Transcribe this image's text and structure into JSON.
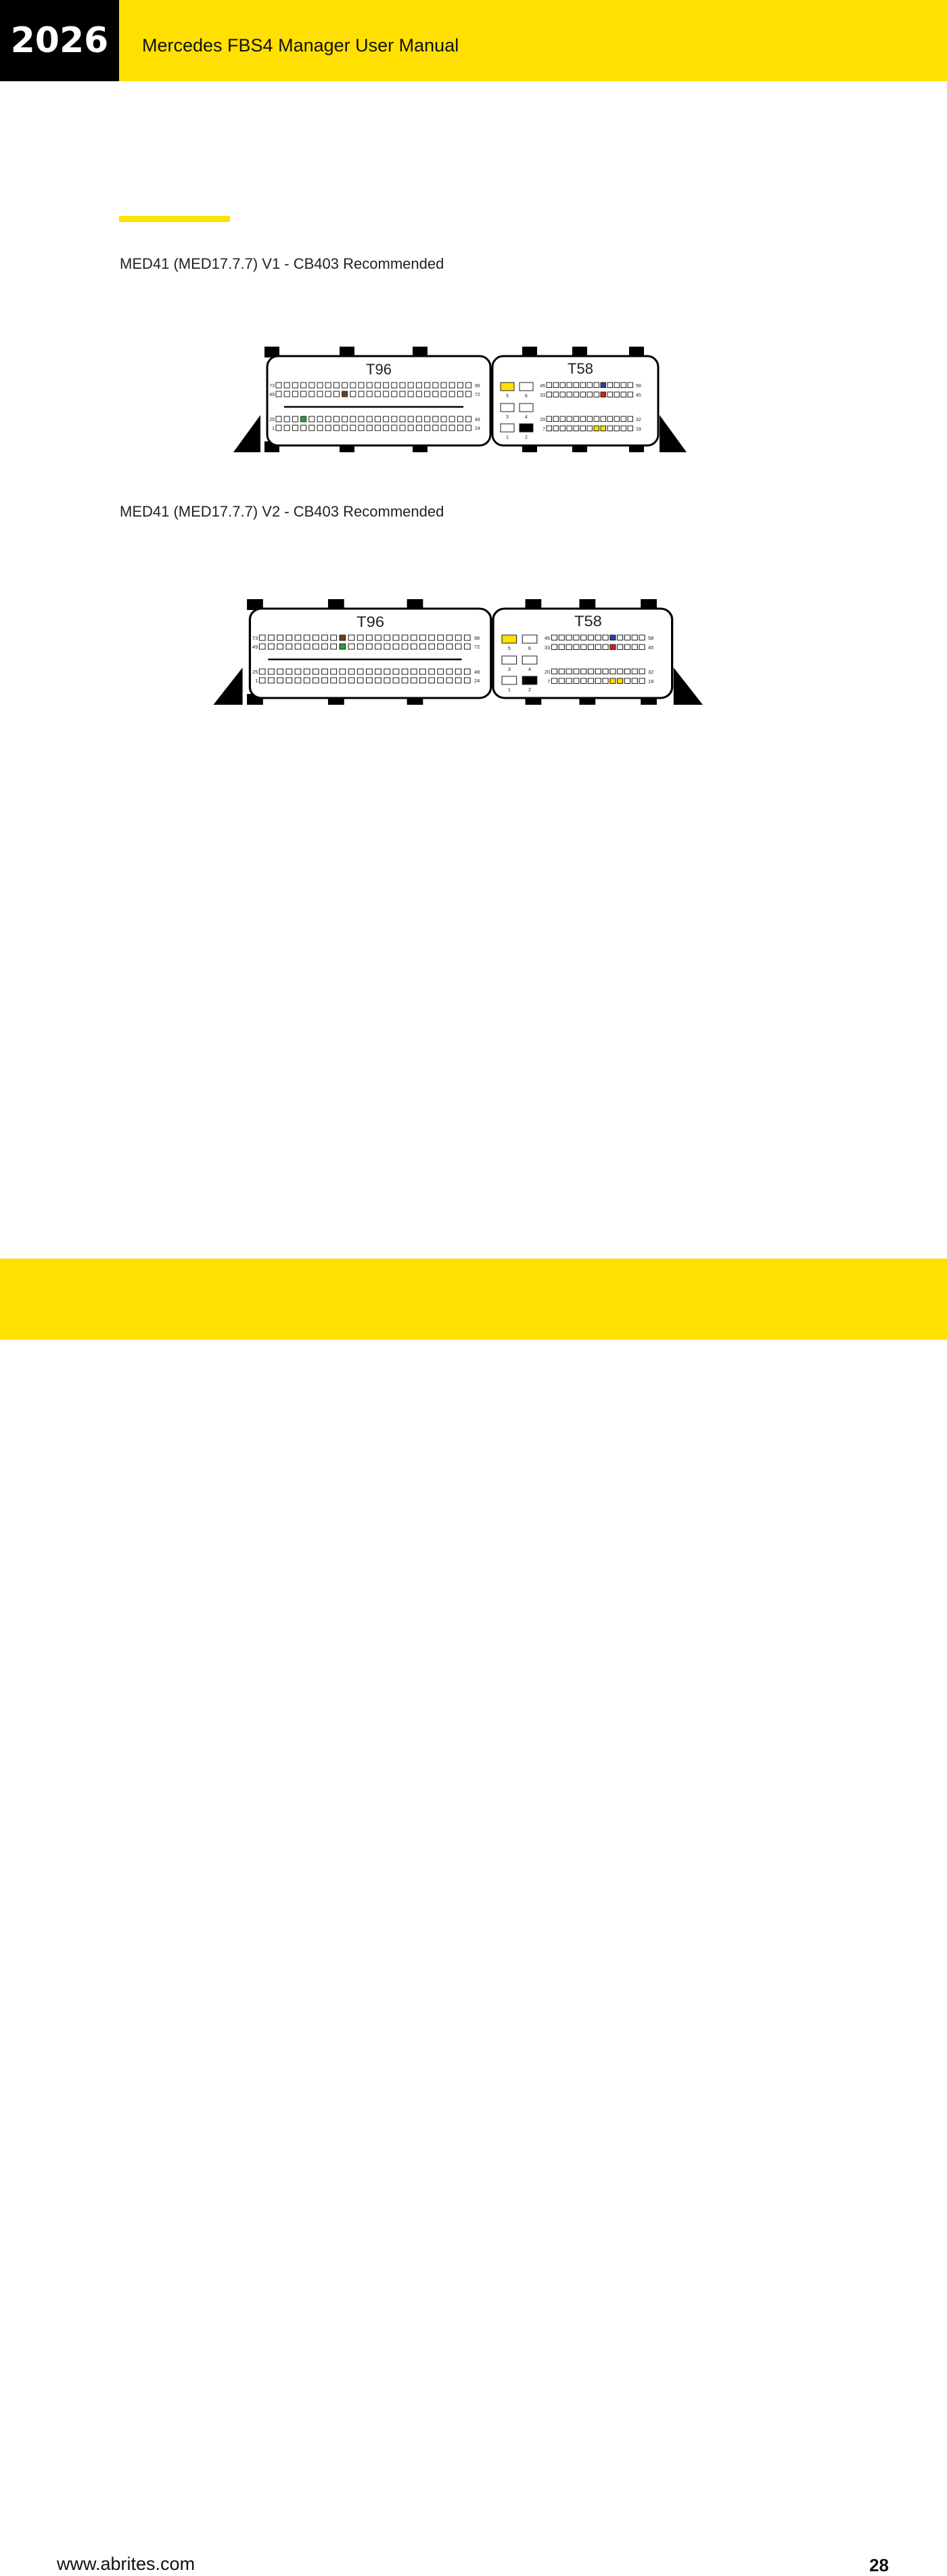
{
  "header": {
    "year": "2026",
    "title": "Mercedes FBS4 Manager User Manual"
  },
  "colors": {
    "accent": "#ffe000",
    "brown": "#6b3e1f",
    "green": "#2aa03a",
    "blue": "#2f3fa0",
    "red": "#d42020",
    "yellow": "#ffe000",
    "black": "#000000"
  },
  "sections": [
    {
      "caption": "MED41 (MED17.7.7) V1 - CB403 Recommended",
      "t96": {
        "label": "T96",
        "row_labels": {
          "r73": "73",
          "r49": "49",
          "r25": "25",
          "r1": "1",
          "e96": "96",
          "e72": "72",
          "e48": "48",
          "e24": "24"
        },
        "highlights": [
          {
            "pin": 57,
            "color": "brown"
          },
          {
            "pin": 28,
            "color": "green"
          }
        ]
      },
      "t58": {
        "label": "T58",
        "big_pins": [
          "5",
          "6",
          "3",
          "4",
          "1",
          "2"
        ],
        "big_highlights": [
          {
            "pin": "5",
            "color": "yellow"
          },
          {
            "pin": "2",
            "color": "black"
          }
        ],
        "row_labels": {
          "r46": "46",
          "r33": "33",
          "r20": "20",
          "r7": "7",
          "e58": "58",
          "e45": "45",
          "e32": "32",
          "e19": "19"
        },
        "highlights": [
          {
            "pin": 54,
            "color": "blue"
          },
          {
            "pin": 41,
            "color": "red"
          },
          {
            "pin": 14,
            "color": "yellow"
          },
          {
            "pin": 15,
            "color": "yellow"
          }
        ]
      }
    },
    {
      "caption": "MED41 (MED17.7.7) V2 - CB403 Recommended",
      "t96": {
        "label": "T96",
        "row_labels": {
          "r73": "73",
          "r49": "49",
          "r25": "25",
          "r1": "1",
          "e96": "96",
          "e72": "72",
          "e48": "48",
          "e24": "24"
        },
        "highlights": [
          {
            "pin": 82,
            "color": "brown"
          },
          {
            "pin": 58,
            "color": "green"
          }
        ]
      },
      "t58": {
        "label": "T58",
        "big_pins": [
          "5",
          "6",
          "3",
          "4",
          "1",
          "2"
        ],
        "big_highlights": [
          {
            "pin": "5",
            "color": "yellow"
          },
          {
            "pin": "2",
            "color": "black"
          }
        ],
        "row_labels": {
          "r46": "46",
          "r33": "33",
          "r20": "20",
          "r7": "7",
          "e58": "58",
          "e45": "45",
          "e32": "32",
          "e19": "19"
        },
        "highlights": [
          {
            "pin": 54,
            "color": "blue"
          },
          {
            "pin": 41,
            "color": "red"
          },
          {
            "pin": 15,
            "color": "yellow"
          },
          {
            "pin": 16,
            "color": "yellow"
          }
        ]
      }
    }
  ],
  "footer": {
    "website": "www.abrites.com",
    "page": "28"
  }
}
